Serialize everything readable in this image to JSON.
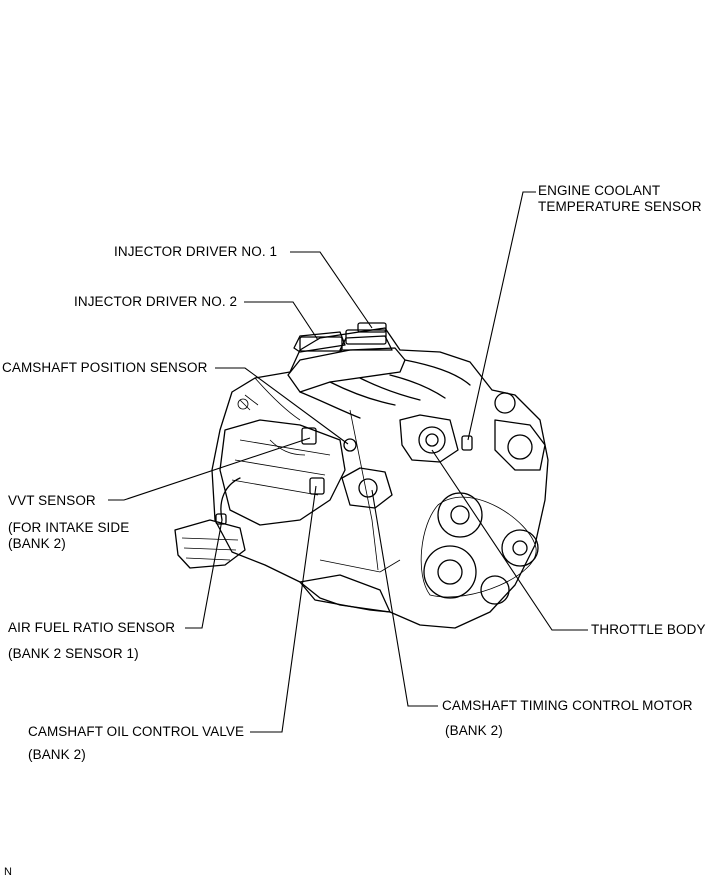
{
  "labels": {
    "engine_coolant_line1": "ENGINE COOLANT",
    "engine_coolant_line2": "TEMPERATURE SENSOR",
    "injector_driver_1": "INJECTOR DRIVER NO. 1",
    "injector_driver_2": "INJECTOR DRIVER NO. 2",
    "camshaft_position_sensor": "CAMSHAFT POSITION SENSOR",
    "vvt_sensor": "VVT SENSOR",
    "vvt_sensor_note_line1": "(FOR INTAKE SIDE",
    "vvt_sensor_note_line2": "(BANK 2)",
    "air_fuel_ratio_sensor": "AIR FUEL RATIO SENSOR",
    "air_fuel_ratio_sensor_note": "(BANK 2 SENSOR 1)",
    "throttle_body": "THROTTLE BODY",
    "camshaft_timing_control_motor": "CAMSHAFT TIMING CONTROL MOTOR",
    "camshaft_timing_control_motor_note": "(BANK 2)",
    "camshaft_oil_control_valve": "CAMSHAFT OIL CONTROL VALVE",
    "camshaft_oil_control_valve_note": "(BANK 2)"
  },
  "figure_code": "N"
}
